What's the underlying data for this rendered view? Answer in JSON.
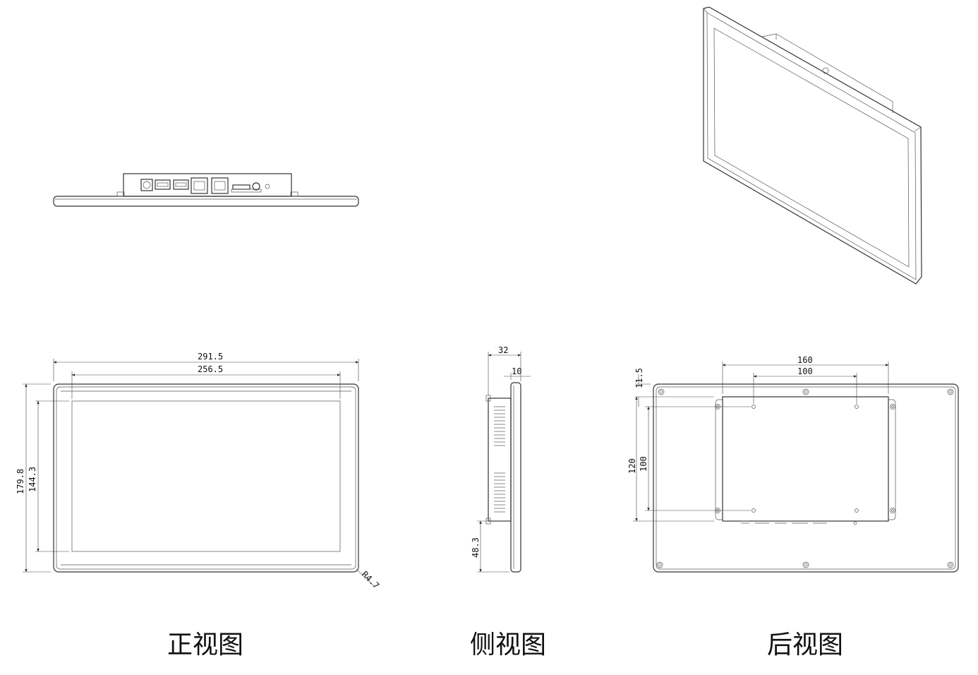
{
  "views": {
    "front": {
      "caption": "正视图",
      "dims": {
        "outer_width": "291.5",
        "inner_width": "256.5",
        "outer_height": "179.8",
        "inner_height": "144.3",
        "corner_radius": "R4.7"
      }
    },
    "side": {
      "caption": "侧视图",
      "dims": {
        "total_depth": "32",
        "panel_depth": "10",
        "port_offset": "48.3"
      }
    },
    "back": {
      "caption": "后视图",
      "dims": {
        "mount_outer_width": "160",
        "mount_inner_width": "100",
        "top_offset": "11.5",
        "mount_outer_height": "120",
        "mount_inner_height": "100"
      }
    }
  },
  "colors": {
    "line": "#333333",
    "background": "#ffffff"
  }
}
